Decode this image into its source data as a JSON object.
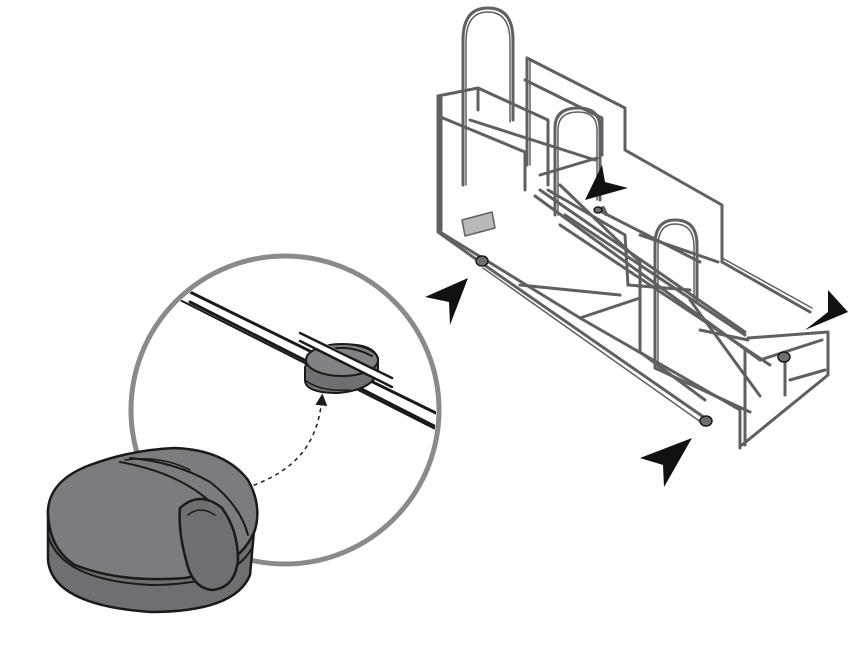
{
  "figure": {
    "kind": "assembly-instruction-illustration",
    "background": "#ffffff",
    "ink_color": "#1a1a1a",
    "rack_wire_color": "#5e6063",
    "foot_fill": "#6d6f72",
    "foot_fill_light": "#808285",
    "magnifier_ring_color": "#8a8a8a",
    "marker_color": "#111111"
  },
  "rack": {
    "description_icon": "wire-rack-icon",
    "feet_count": 4
  },
  "detail": {
    "icon": "magnifier-circle-icon",
    "foot_icon": "rubber-foot-icon",
    "leader": "dashed-curved-arrow"
  },
  "markers": {
    "icon": "arrowhead-marker-icon",
    "count": 4
  }
}
